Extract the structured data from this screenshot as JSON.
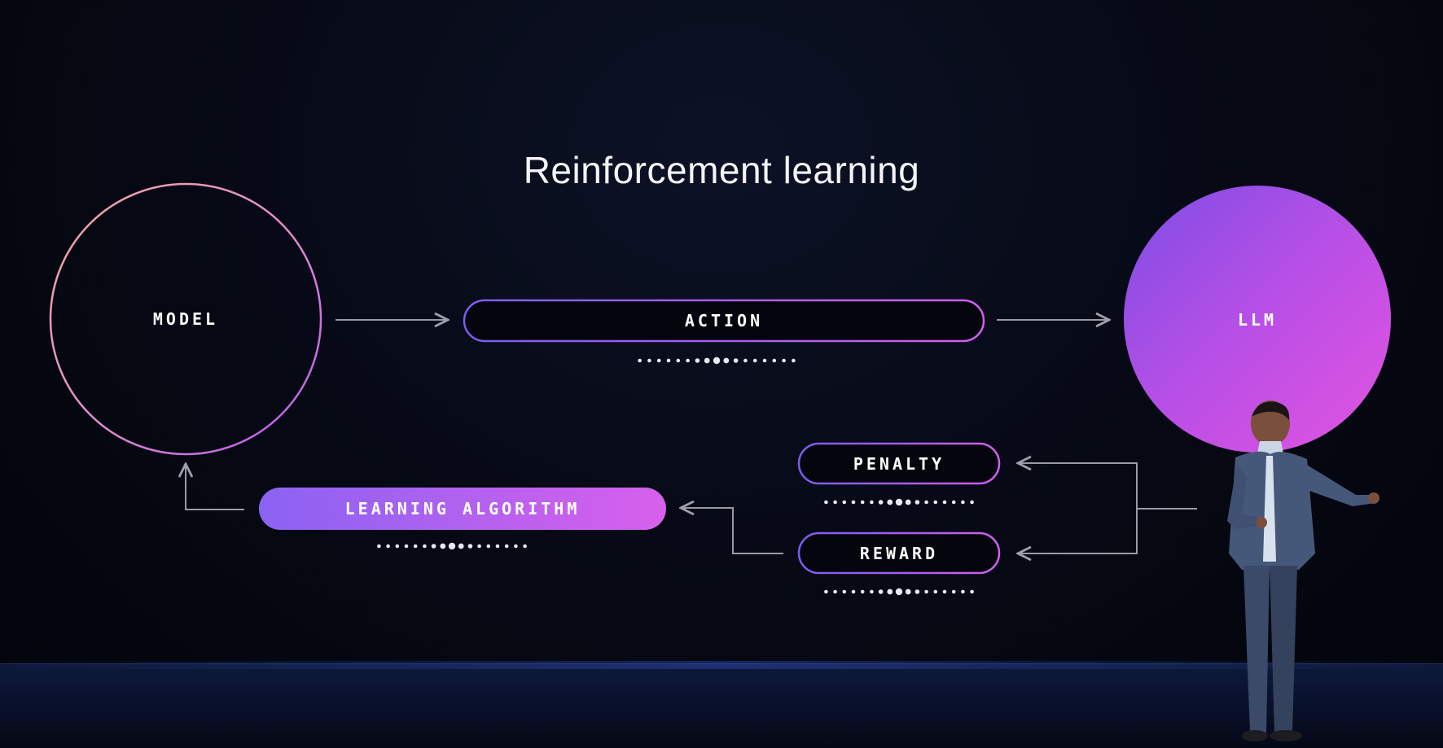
{
  "slide": {
    "title": "Reinforcement learning"
  },
  "nodes": {
    "model": "MODEL",
    "llm": "LLM",
    "action": "ACTION",
    "penalty": "PENALTY",
    "reward": "REWARD",
    "learning_algorithm": "LEARNING ALGORITHM"
  },
  "colors": {
    "accent_purple": "#8b5cf6",
    "accent_magenta": "#d946ef",
    "model_ring_start": "#f0a0a8",
    "model_ring_end": "#c060f0",
    "background": "#05070f",
    "arrow": "#9a9aa6"
  }
}
